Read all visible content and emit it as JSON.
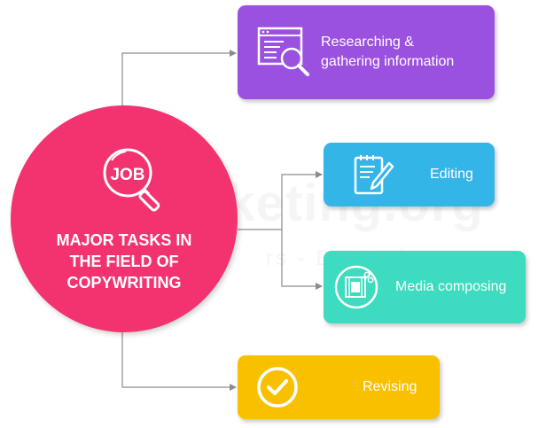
{
  "diagram": {
    "hub": {
      "icon": "job-search-icon",
      "icon_text": "JOB",
      "title_lines": [
        "MAJOR TASKS IN",
        "THE FIELD OF",
        "COPYWRITING"
      ]
    },
    "tasks": [
      {
        "label_lines": [
          "Researching &",
          "gathering information"
        ],
        "icon": "document-search-icon",
        "color": "#9b51e0"
      },
      {
        "label_lines": [
          "Editing"
        ],
        "icon": "notepad-pencil-icon",
        "color": "#33b5e8"
      },
      {
        "label_lines": [
          "Media composing"
        ],
        "icon": "film-scissors-icon",
        "color": "#3ddbbf"
      },
      {
        "label_lines": [
          "Revising"
        ],
        "icon": "checkmark-circle-icon",
        "color": "#f9c000"
      }
    ],
    "colors": {
      "hub": "#f2336f",
      "connector": "#8c8c8c",
      "text": "#ffffff"
    }
  },
  "watermark": {
    "main": "nonMarketing.org",
    "sub": "rs - By Marketers"
  }
}
